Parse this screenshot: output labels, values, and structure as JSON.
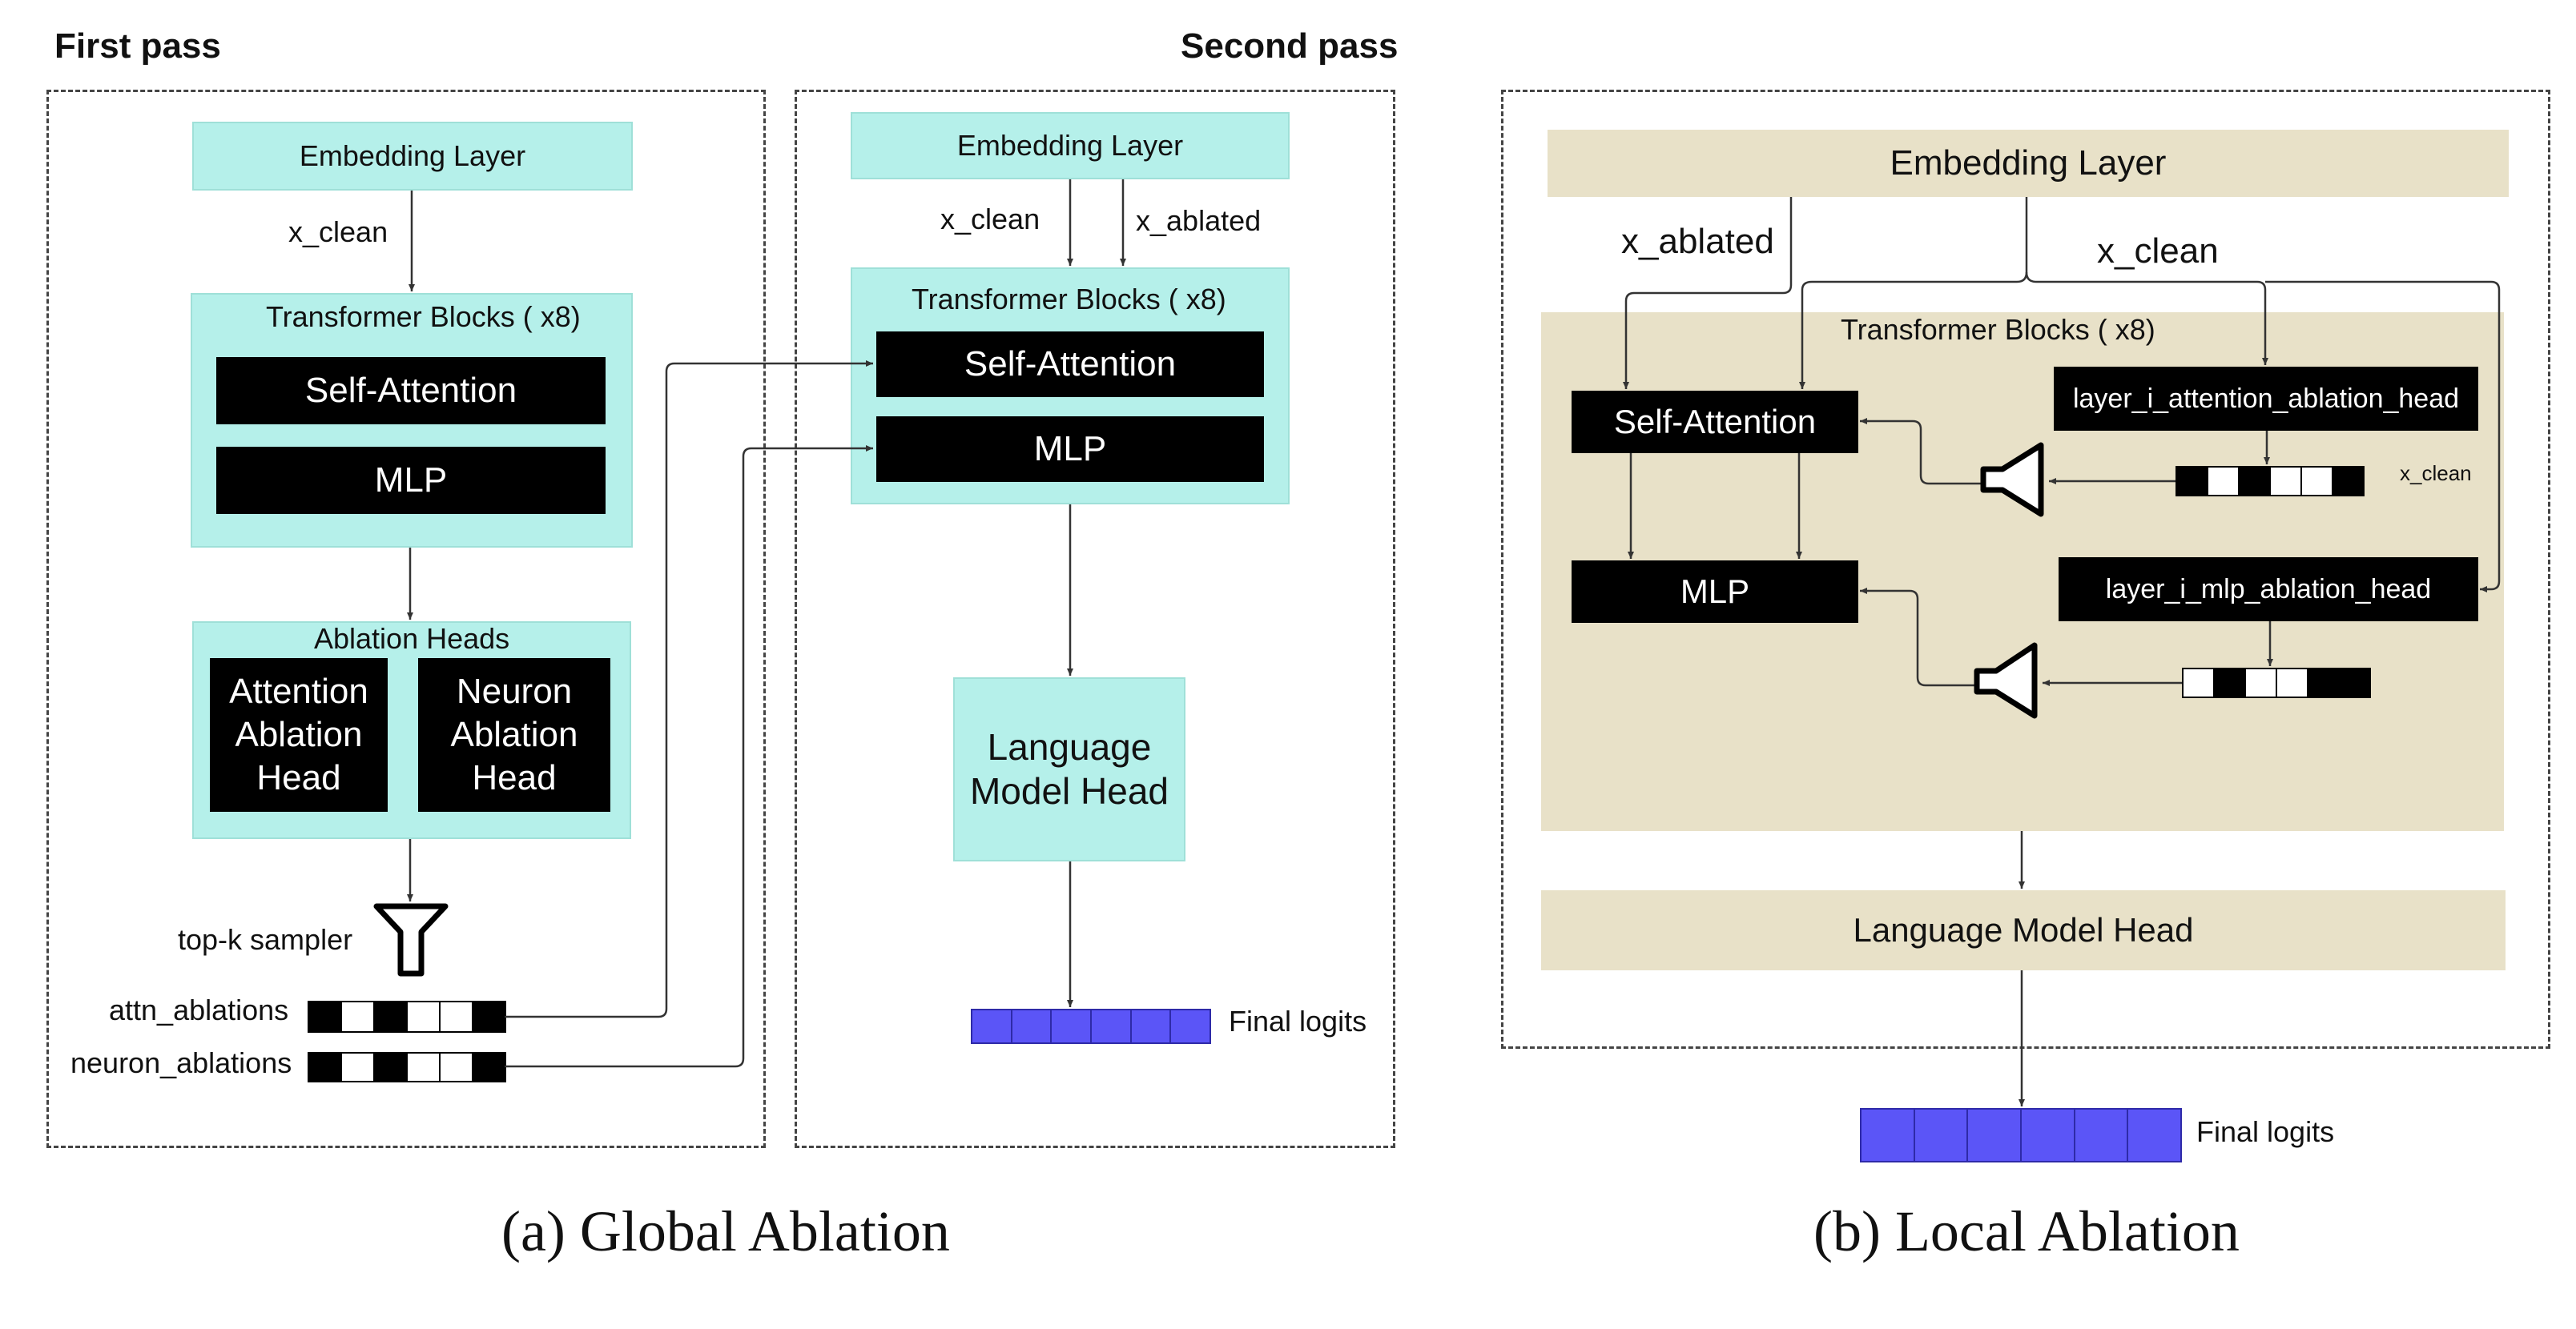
{
  "global": {
    "first_pass_title": "First pass",
    "second_pass_title": "Second pass",
    "embedding": "Embedding Layer",
    "x_clean": "x_clean",
    "x_ablated": "x_ablated",
    "transformer_blocks": "Transformer Blocks ( x8)",
    "self_attention": "Self-Attention",
    "mlp": "MLP",
    "ablation_heads": "Ablation Heads",
    "attention_ablation_head": [
      "Attention",
      "Ablation",
      "Head"
    ],
    "neuron_ablation_head": [
      "Neuron",
      "Ablation",
      "Head"
    ],
    "topk_sampler": "top-k sampler",
    "attn_ablations": "attn_ablations",
    "neuron_ablations": "neuron_ablations",
    "attn_mask": [
      1,
      0,
      1,
      0,
      0,
      1
    ],
    "neuron_mask": [
      1,
      0,
      1,
      0,
      0,
      1
    ],
    "lm_head": [
      "Language",
      "Model Head"
    ],
    "final_logits": "Final logits",
    "caption": "(a) Global Ablation"
  },
  "local": {
    "embedding": "Embedding Layer",
    "x_ablated": "x_ablated",
    "x_clean": "x_clean",
    "transformer_blocks": "Transformer Blocks ( x8)",
    "self_attention": "Self-Attention",
    "mlp": "MLP",
    "attn_head": "layer_i_attention_ablation_head",
    "mlp_head": "layer_i_mlp_ablation_head",
    "x_clean_small": "x_clean",
    "attn_mask": [
      1,
      0,
      1,
      0,
      0,
      1
    ],
    "mlp_mask": [
      0,
      1,
      0,
      0,
      1,
      1
    ],
    "lm_head": "Language Model Head",
    "final_logits": "Final logits",
    "caption": "(b) Local Ablation"
  },
  "colors": {
    "cyan": "#b5f0ea",
    "tan": "#e8e1c8",
    "logits": "#5b55f7"
  }
}
